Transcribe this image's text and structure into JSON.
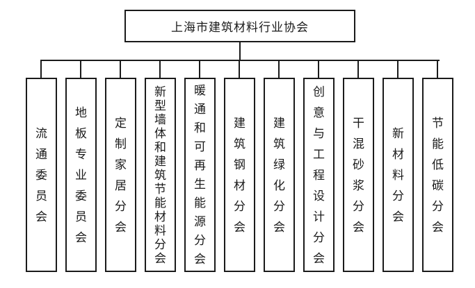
{
  "page": {
    "background_color": "#ffffff",
    "line_color": "#1a1a1a",
    "text_color": "#1a1a1a"
  },
  "org_chart": {
    "root": {
      "name": "上海市建筑材料行业协会"
    },
    "branches": [
      {
        "name": "流通委员会"
      },
      {
        "name": "地板专业委员会"
      },
      {
        "name": "定制家居分会"
      },
      {
        "name": "新型墙体和建筑节能材料分会"
      },
      {
        "name": "暖通和可再生能源分会"
      },
      {
        "name": "建筑钢材分会"
      },
      {
        "name": "建筑绿化分会"
      },
      {
        "name": "创意与工程设计分会"
      },
      {
        "name": "干混砂浆分会"
      },
      {
        "name": "新材料分会"
      },
      {
        "name": "节能低碳分会"
      }
    ]
  }
}
